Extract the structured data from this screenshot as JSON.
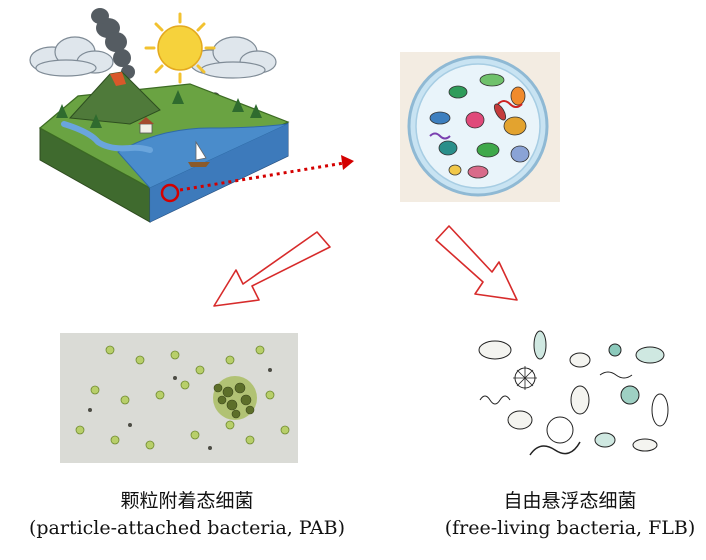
{
  "captions": {
    "pab": {
      "chinese": "颗粒附着态细菌",
      "english": "(particle-attached bacteria, PAB)"
    },
    "flb": {
      "chinese": "自由悬浮态细菌",
      "english": "(free-living bacteria, FLB)"
    }
  },
  "colors": {
    "arrow_outline": "#d72b2b",
    "dotted_arrow": "#d40000",
    "water": "#3f7fbf",
    "grass": "#6aa342",
    "sun": "#f6d23c"
  }
}
